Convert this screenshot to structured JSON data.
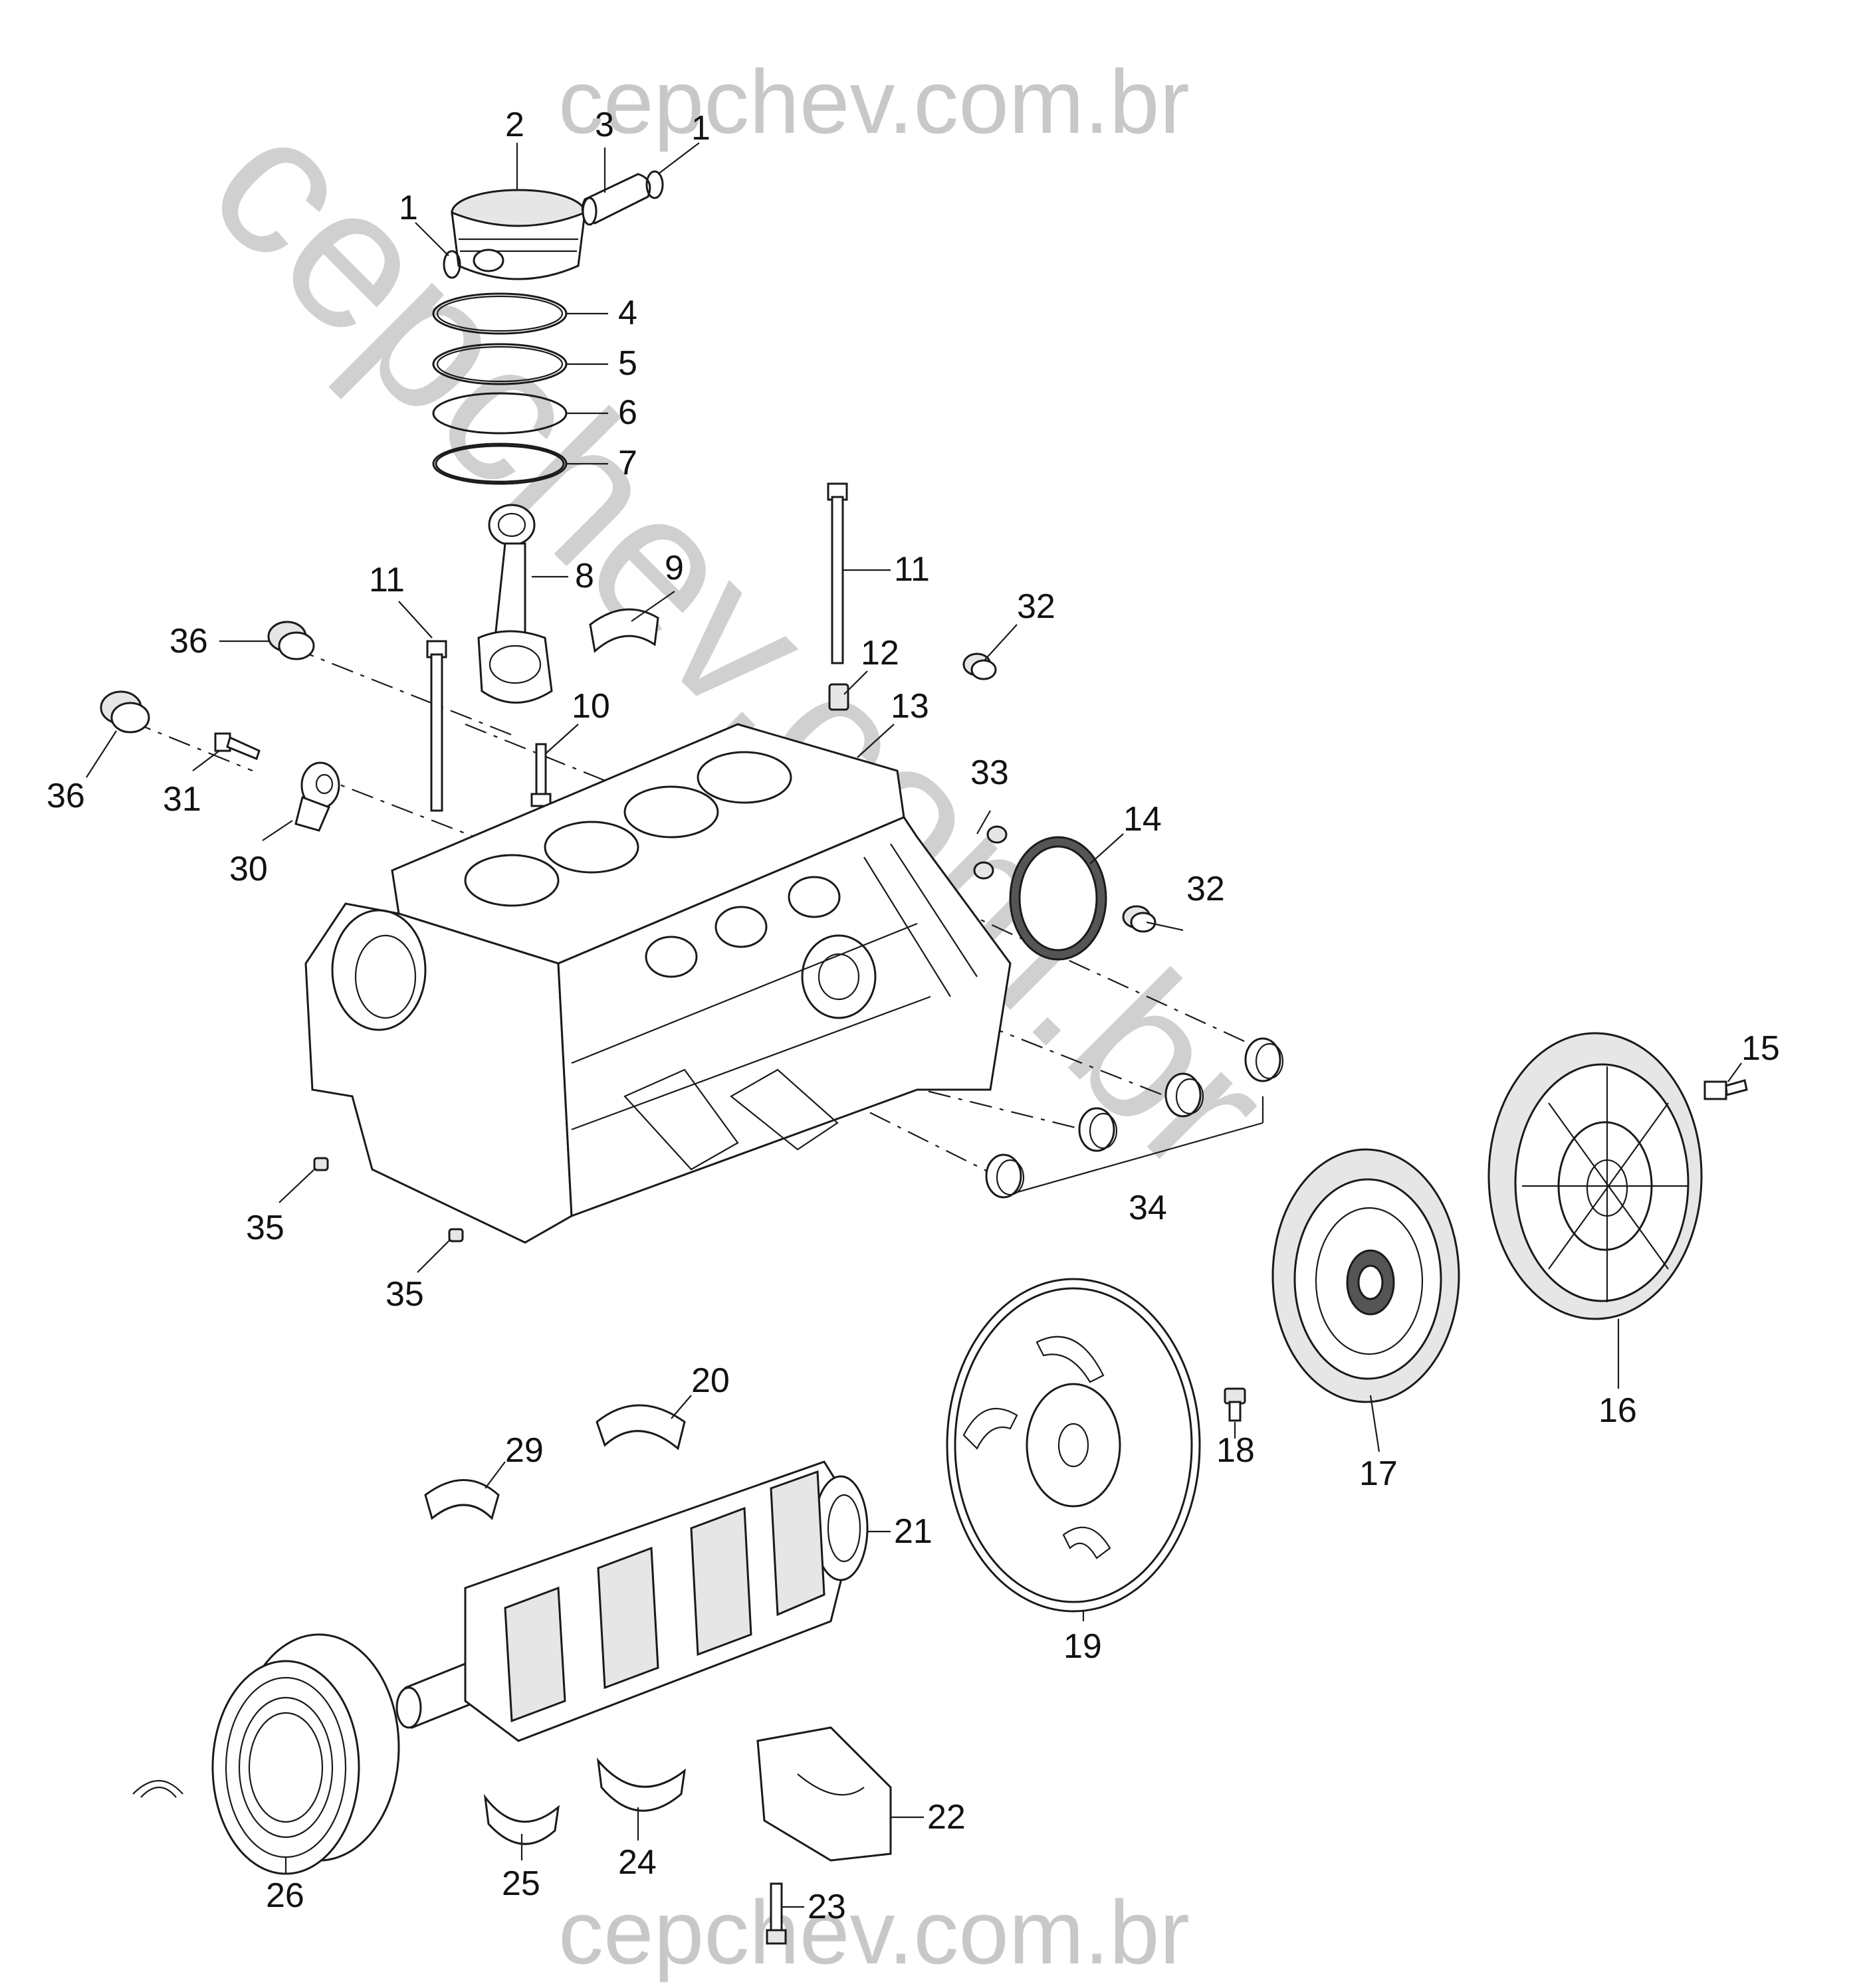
{
  "watermark": {
    "top": "cepchev.com.br",
    "bottom": "cepchev.com.br",
    "diagonal": "cepchev.com.br"
  },
  "callouts": [
    {
      "id": "c1a",
      "text": "1"
    },
    {
      "id": "c1b",
      "text": "1"
    },
    {
      "id": "c2",
      "text": "2"
    },
    {
      "id": "c3",
      "text": "3"
    },
    {
      "id": "c4",
      "text": "4"
    },
    {
      "id": "c5",
      "text": "5"
    },
    {
      "id": "c6",
      "text": "6"
    },
    {
      "id": "c7",
      "text": "7"
    },
    {
      "id": "c8",
      "text": "8"
    },
    {
      "id": "c9",
      "text": "9"
    },
    {
      "id": "c10",
      "text": "10"
    },
    {
      "id": "c11a",
      "text": "11"
    },
    {
      "id": "c11b",
      "text": "11"
    },
    {
      "id": "c12",
      "text": "12"
    },
    {
      "id": "c13",
      "text": "13"
    },
    {
      "id": "c14",
      "text": "14"
    },
    {
      "id": "c15",
      "text": "15"
    },
    {
      "id": "c16",
      "text": "16"
    },
    {
      "id": "c17",
      "text": "17"
    },
    {
      "id": "c18",
      "text": "18"
    },
    {
      "id": "c19",
      "text": "19"
    },
    {
      "id": "c20",
      "text": "20"
    },
    {
      "id": "c21",
      "text": "21"
    },
    {
      "id": "c22",
      "text": "22"
    },
    {
      "id": "c23",
      "text": "23"
    },
    {
      "id": "c24",
      "text": "24"
    },
    {
      "id": "c25",
      "text": "25"
    },
    {
      "id": "c26",
      "text": "26"
    },
    {
      "id": "c29",
      "text": "29"
    },
    {
      "id": "c30",
      "text": "30"
    },
    {
      "id": "c31",
      "text": "31"
    },
    {
      "id": "c32a",
      "text": "32"
    },
    {
      "id": "c32b",
      "text": "32"
    },
    {
      "id": "c33",
      "text": "33"
    },
    {
      "id": "c34",
      "text": "34"
    },
    {
      "id": "c35a",
      "text": "35"
    },
    {
      "id": "c35b",
      "text": "35"
    },
    {
      "id": "c36a",
      "text": "36"
    },
    {
      "id": "c36b",
      "text": "36"
    }
  ]
}
